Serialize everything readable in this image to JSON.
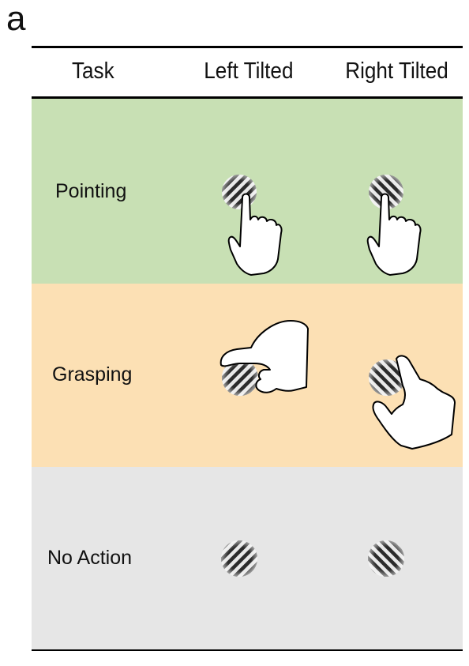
{
  "panel_label": "a",
  "columns": [
    "Task",
    "Left Tilted",
    "Right Tilted"
  ],
  "rows": [
    {
      "label": "Pointing",
      "color": "#c8e0b4"
    },
    {
      "label": "Grasping",
      "color": "#fce0b4"
    },
    {
      "label": "No Action",
      "color": "#e6e6e6"
    }
  ],
  "icons": {
    "stimulus": "gabor-patch-icon",
    "pointing": "pointing-hand-icon",
    "grasping": "grasping-hand-icon"
  }
}
